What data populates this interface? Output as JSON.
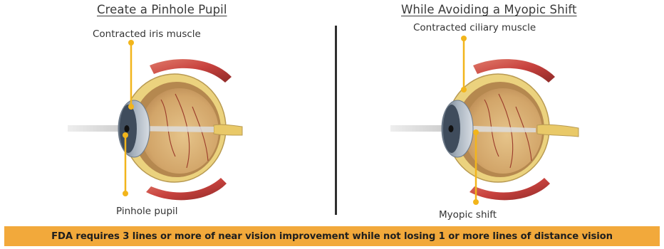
{
  "left_panel": {
    "title": "Create a Pinhole Pupil",
    "top_label": "Contracted iris muscle",
    "bottom_label": "Pinhole pupil"
  },
  "right_panel": {
    "title": "While Avoiding a Myopic Shift",
    "top_label": "Contracted ciliary muscle",
    "bottom_label": "Myopic shift"
  },
  "banner": {
    "text": "FDA requires 3 lines or more of near vision improvement while not losing 1 or more lines of distance vision"
  },
  "colors": {
    "callout": "#F2B51B",
    "banner_bg": "#F2A93B",
    "divider": "#2F2F2F",
    "sclera": "#F1DE93",
    "choroid": "#C7A36A",
    "muscle": "#C8423E",
    "cornea": "#8C98A6",
    "light_beam": "#DADADA"
  }
}
